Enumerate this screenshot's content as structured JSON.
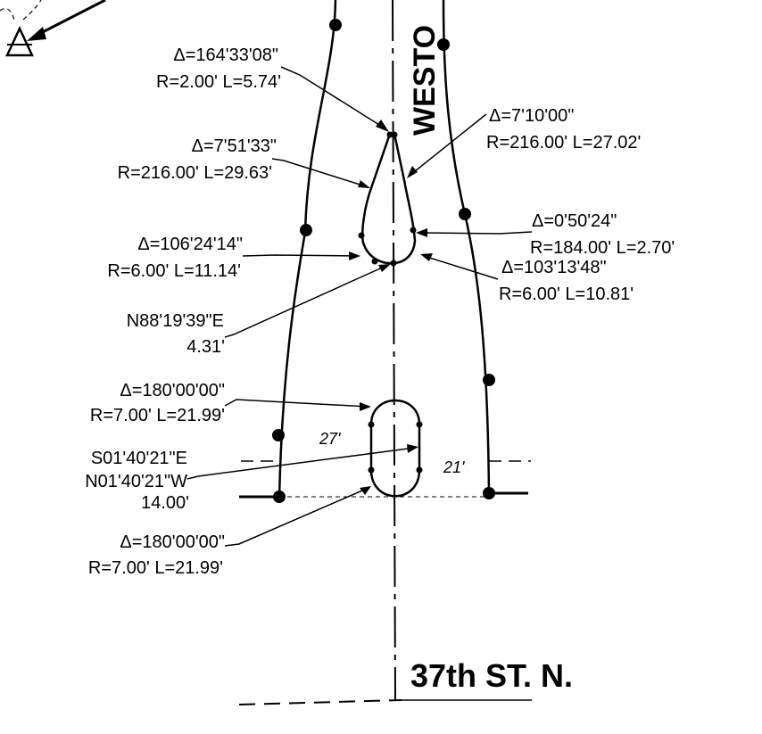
{
  "streets": {
    "weston": "WESTO",
    "thirty_seventh": "37th ST. N."
  },
  "curves": {
    "c1": {
      "delta": "Δ=164'33'08\"",
      "rl": "R=2.00' L=5.74'"
    },
    "c2": {
      "delta": "Δ=7'10'00\"",
      "rl": "R=216.00' L=27.02'"
    },
    "c3": {
      "delta": "Δ=7'51'33\"",
      "rl": "R=216.00' L=29.63'"
    },
    "c4": {
      "delta": "Δ=0'50'24\"",
      "rl": "R=184.00' L=2.70'"
    },
    "c5": {
      "delta": "Δ=106'24'14\"",
      "rl": "R=6.00' L=11.14'"
    },
    "c6": {
      "delta": "Δ=103'13'48\"",
      "rl": "R=6.00' L=10.81'"
    },
    "c7": {
      "delta": "Δ=180'00'00\"",
      "rl": "R=7.00' L=21.99'"
    },
    "c8": {
      "delta": "Δ=180'00'00\"",
      "rl": "R=7.00' L=21.99'"
    }
  },
  "bearings": {
    "b1": {
      "bearing": "N88'19'39\"E",
      "distance": "4.31'"
    },
    "b2": {
      "bearing1": "S01'40'21\"E",
      "bearing2": "N01'40'21\"W",
      "distance": "14.00'"
    }
  },
  "dimensions": {
    "left": "27'",
    "right": "21'"
  }
}
